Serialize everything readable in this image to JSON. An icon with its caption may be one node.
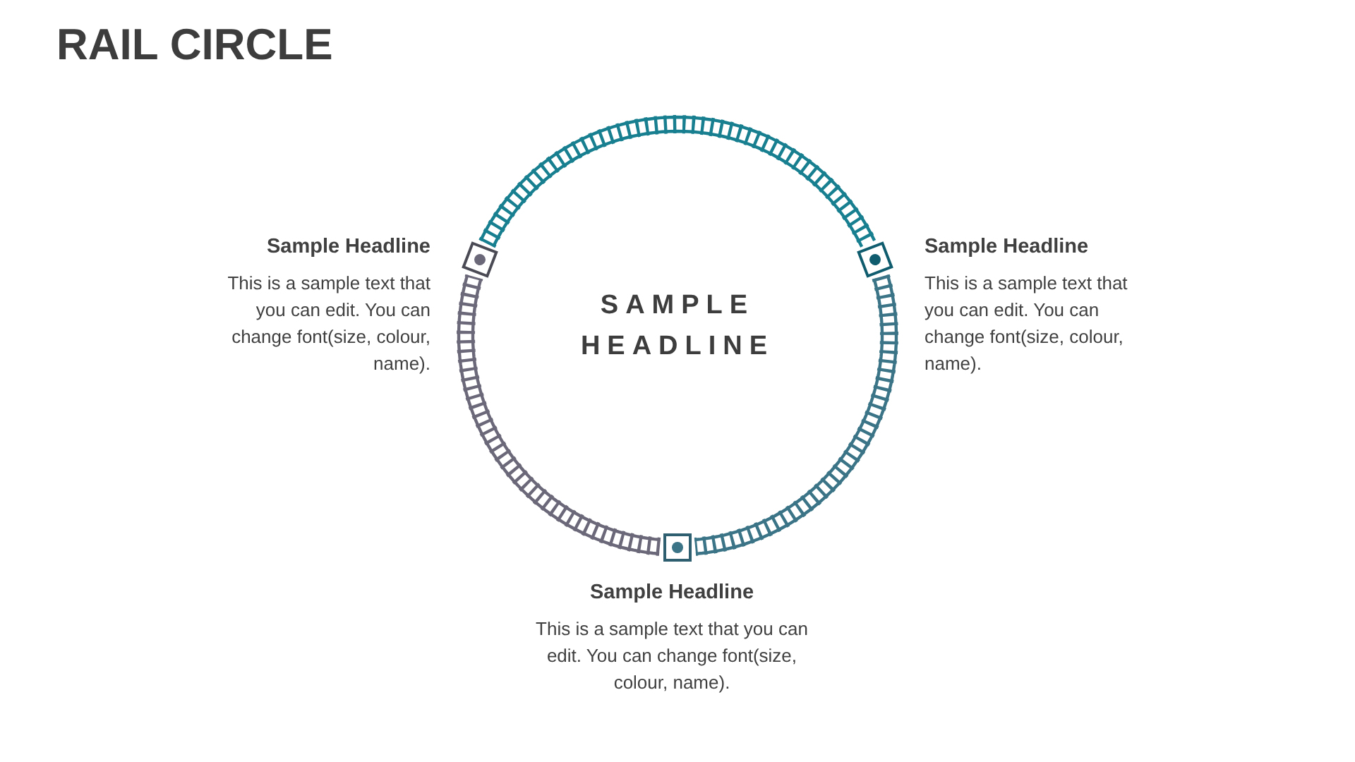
{
  "diagram": {
    "title": "RAIL CIRCLE",
    "nodes": [
      {
        "text": [],
        "shape": "box",
        "beside": [
          "Sample Headline",
          "This is a sample text that you can edit. You can change font(size, colour, name)."
        ]
      },
      {
        "text": [],
        "shape": "box",
        "beside": [
          "Sample Headline",
          "This is a sample text that you can edit. You can change font(size, colour, name)."
        ]
      },
      {
        "text": [],
        "shape": "box",
        "beside": [
          "Sample Headline",
          "This is a sample text that you can edit. You can change font(size, colour, name)."
        ]
      }
    ],
    "edges": [
      {
        "from": 0,
        "to": 1,
        "arrow": "none",
        "color": "#177f8f"
      },
      {
        "from": 1,
        "to": 2,
        "arrow": "none",
        "color": "#3a7486"
      },
      {
        "from": 2,
        "to": 0,
        "arrow": "none",
        "color": "#6b6979"
      }
    ],
    "labels": [
      "SAMPLE HEADLINE"
    ]
  }
}
